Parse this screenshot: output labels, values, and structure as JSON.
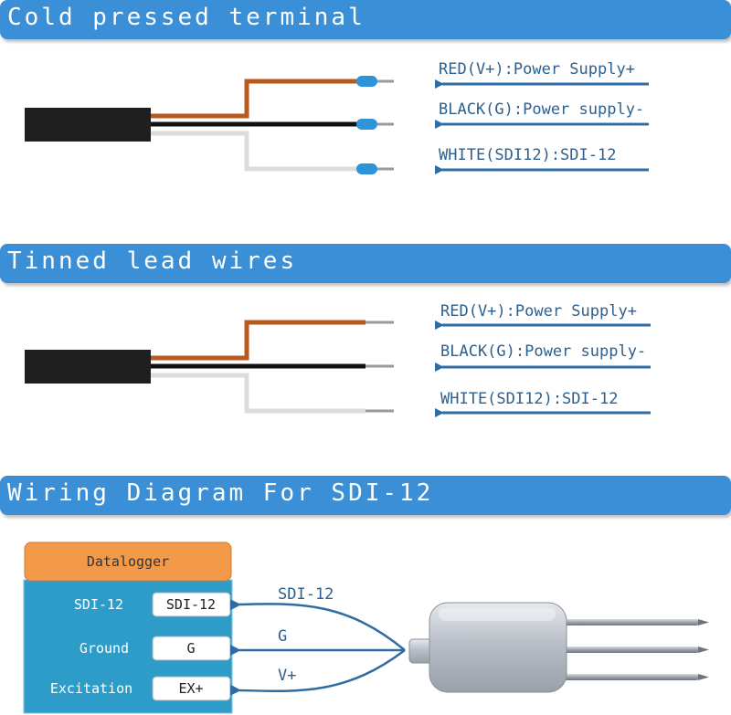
{
  "sections": [
    {
      "title": "Cold pressed terminal"
    },
    {
      "title": "Tinned lead wires"
    },
    {
      "title": "Wiring Diagram For SDI-12"
    }
  ],
  "wire_labels": [
    "RED(V+):Power Supply+",
    "BLACK(G):Power supply-",
    "WHITE(SDI12):SDI-12"
  ],
  "datalogger": {
    "header": "Datalogger",
    "rows": [
      {
        "label": "SDI-12",
        "terminal": "SDI-12",
        "wire": "SDI-12"
      },
      {
        "label": "Ground",
        "terminal": "G",
        "wire": "G"
      },
      {
        "label": "Excitation",
        "terminal": "EX+",
        "wire": "V+"
      }
    ]
  },
  "colors": {
    "banner": "#3a8fd6",
    "red_wire": "#b85a1e",
    "black_wire": "#111111",
    "white_wire": "#dcdcdc",
    "ferrule": "#2f93d8",
    "arrow": "#2e6da4",
    "datalogger_header": "#f39a4a",
    "datalogger_body": "#2d9cc9"
  },
  "icons": [
    "sensor-probe-icon",
    "left-arrow-icon",
    "ferrule-icon"
  ]
}
